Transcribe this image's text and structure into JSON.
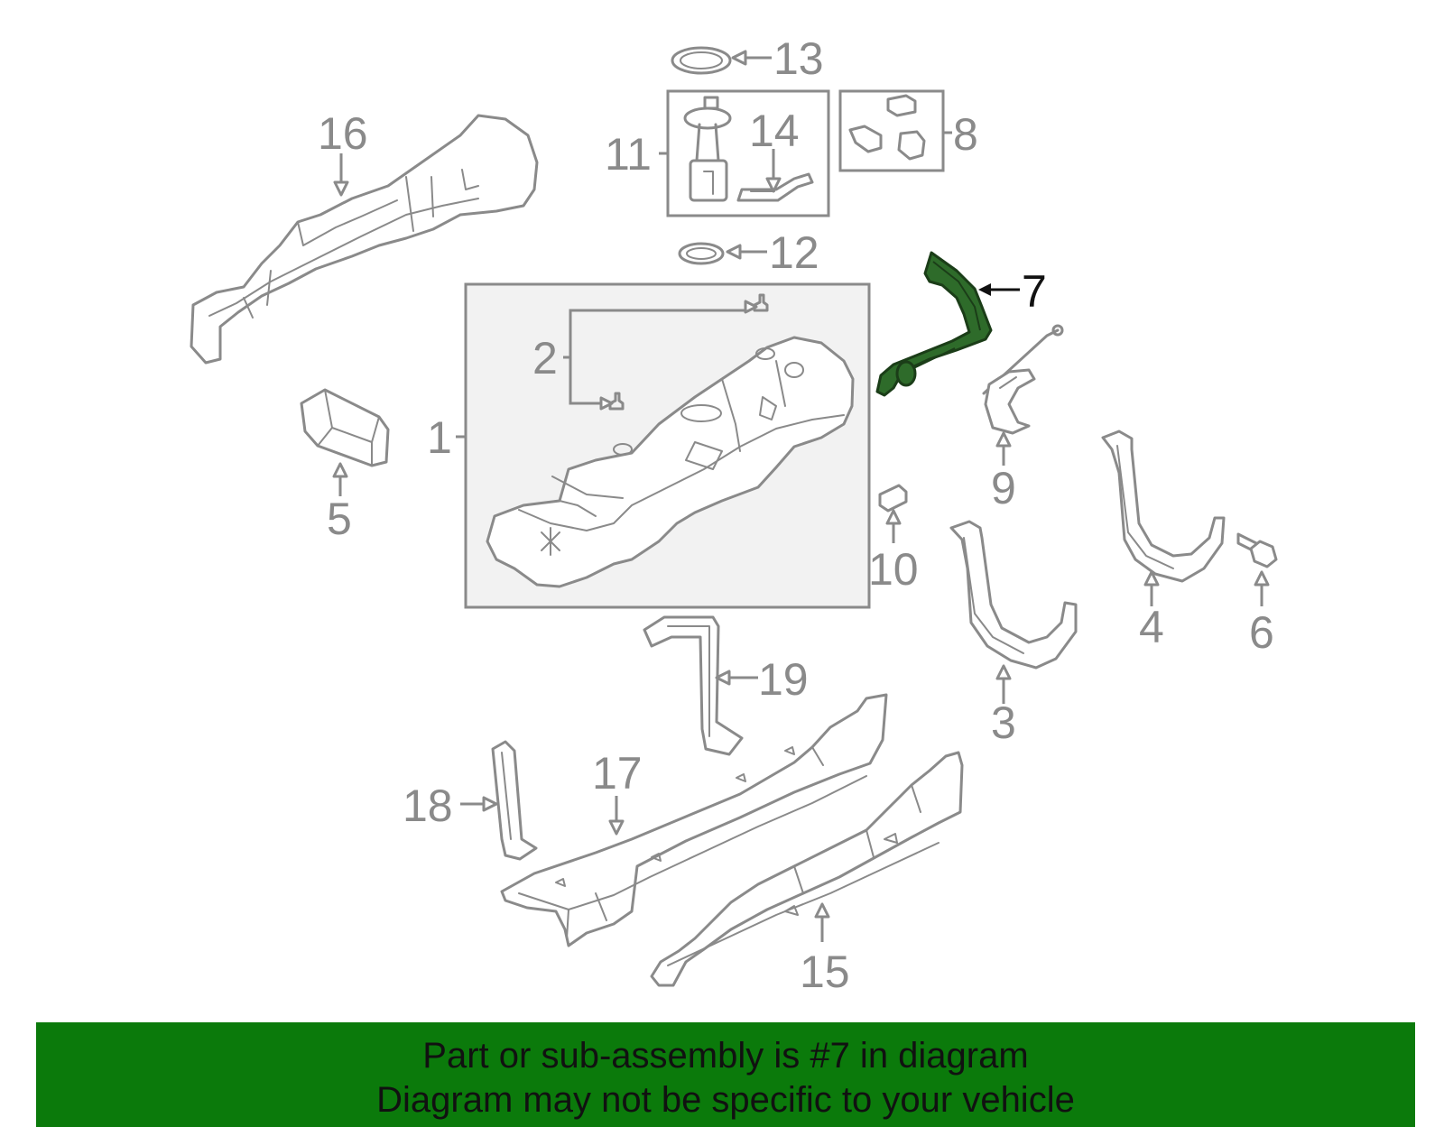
{
  "diagram": {
    "highlighted_part": "7",
    "highlight_color": "#2e6b2a",
    "line_color": "#8a8a8a",
    "callouts": [
      "1",
      "2",
      "3",
      "4",
      "5",
      "6",
      "7",
      "8",
      "9",
      "10",
      "11",
      "12",
      "13",
      "14",
      "15",
      "16",
      "17",
      "18",
      "19"
    ]
  },
  "banner": {
    "background": "#0b7a0b",
    "line1": "Part or sub-assembly is #7 in diagram",
    "line2": "Diagram may not be specific to your vehicle"
  }
}
